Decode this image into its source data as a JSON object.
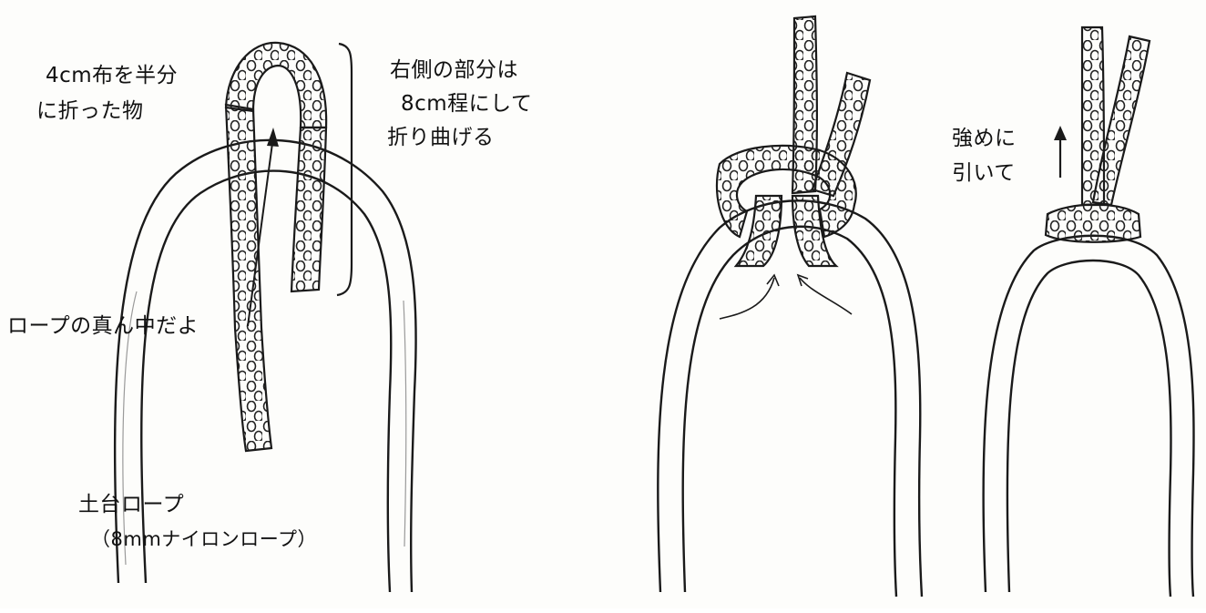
{
  "labels": {
    "folded_cloth": [
      "4cm布を半分",
      "に折った物"
    ],
    "right_part": [
      "右側の部分は",
      "8cm程にして",
      "折り曲げる"
    ],
    "rope_middle": "ロープの真ん中だよ",
    "base_rope": "土台ロープ",
    "base_rope_spec": "（8mmナイロンロープ）",
    "pull_hard": [
      "強めに",
      "引いて"
    ]
  },
  "colors": {
    "line": "#1a1a1a",
    "paper": "#fdfdfb",
    "sketch_gray": "#9a9a9a"
  },
  "icons": {
    "pointer_arrow": "diagonal-arrow",
    "pull_arrow": "up-arrow",
    "insert_arrows": "curved-arrows"
  }
}
